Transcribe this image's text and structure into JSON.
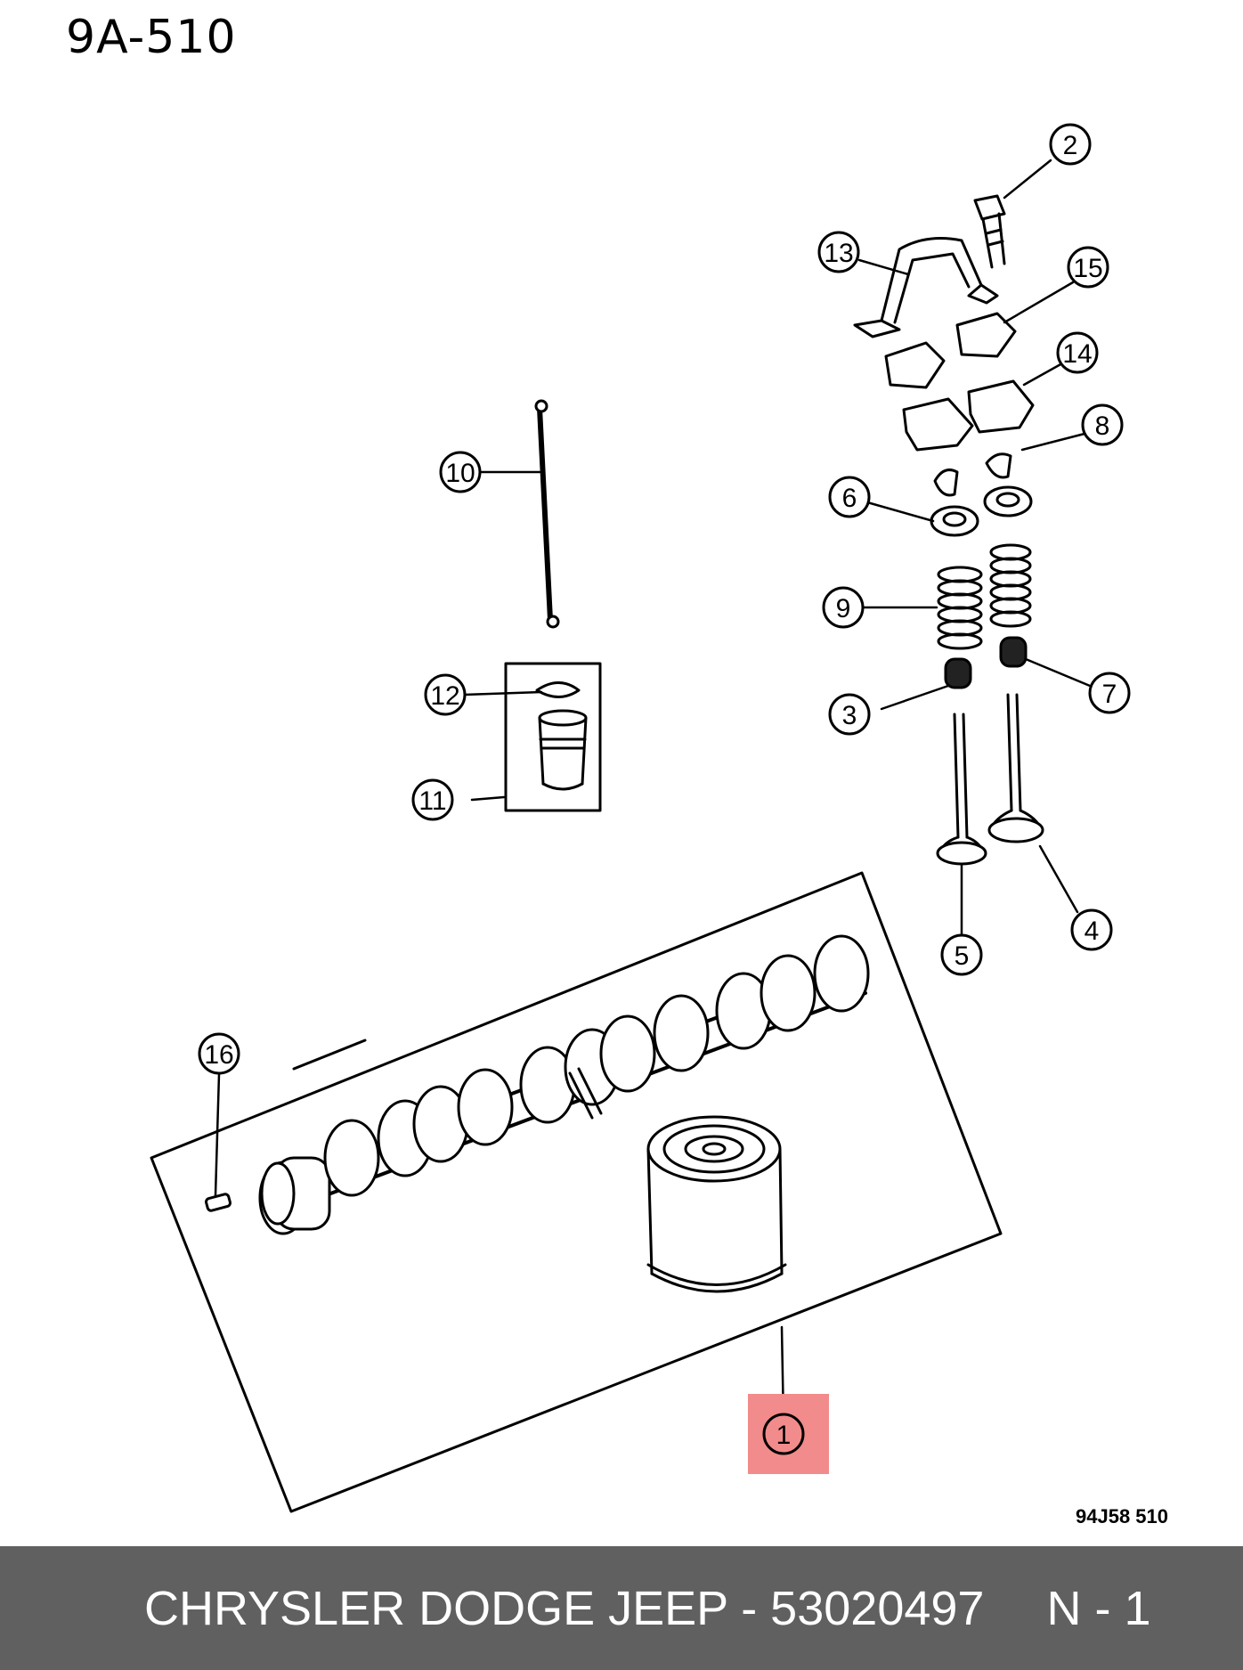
{
  "header": {
    "page_code": "9A-510"
  },
  "drawing_code": "94J58 510",
  "callouts": [
    {
      "id": "1",
      "label": "1",
      "highlighted": true
    },
    {
      "id": "2",
      "label": "2"
    },
    {
      "id": "3",
      "label": "3"
    },
    {
      "id": "4",
      "label": "4"
    },
    {
      "id": "5",
      "label": "5"
    },
    {
      "id": "6",
      "label": "6"
    },
    {
      "id": "7",
      "label": "7"
    },
    {
      "id": "8",
      "label": "8"
    },
    {
      "id": "9",
      "label": "9"
    },
    {
      "id": "10",
      "label": "10"
    },
    {
      "id": "11",
      "label": "11"
    },
    {
      "id": "12",
      "label": "12"
    },
    {
      "id": "13",
      "label": "13"
    },
    {
      "id": "14",
      "label": "14"
    },
    {
      "id": "15",
      "label": "15"
    },
    {
      "id": "16",
      "label": "16"
    }
  ],
  "highlight_color": "#f28b8b",
  "footer": {
    "text": "CHRYSLER DODGE JEEP - 53020497",
    "page": "N - 1",
    "background": "#606060"
  }
}
